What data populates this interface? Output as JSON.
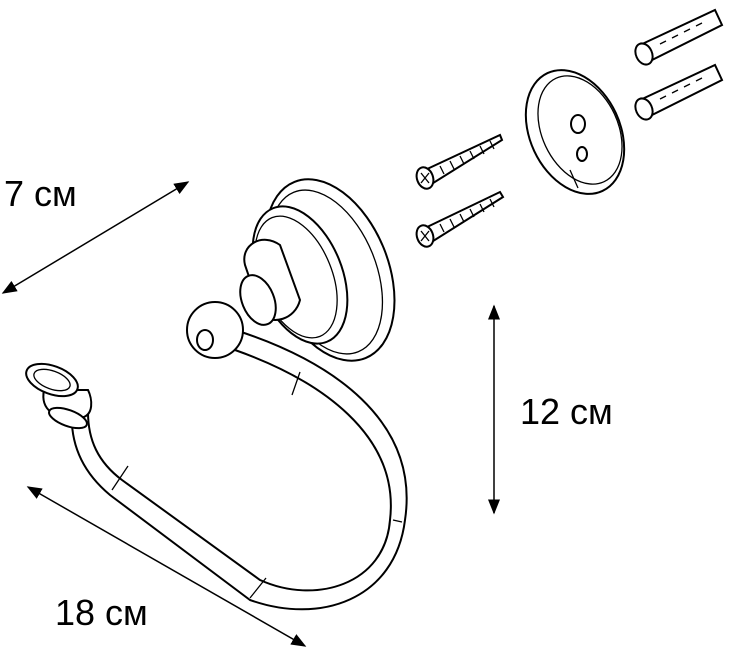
{
  "dimensions": {
    "depth": "7 см",
    "height": "12 см",
    "width": "18 см"
  },
  "colors": {
    "line": "#000000",
    "background": "#ffffff"
  }
}
